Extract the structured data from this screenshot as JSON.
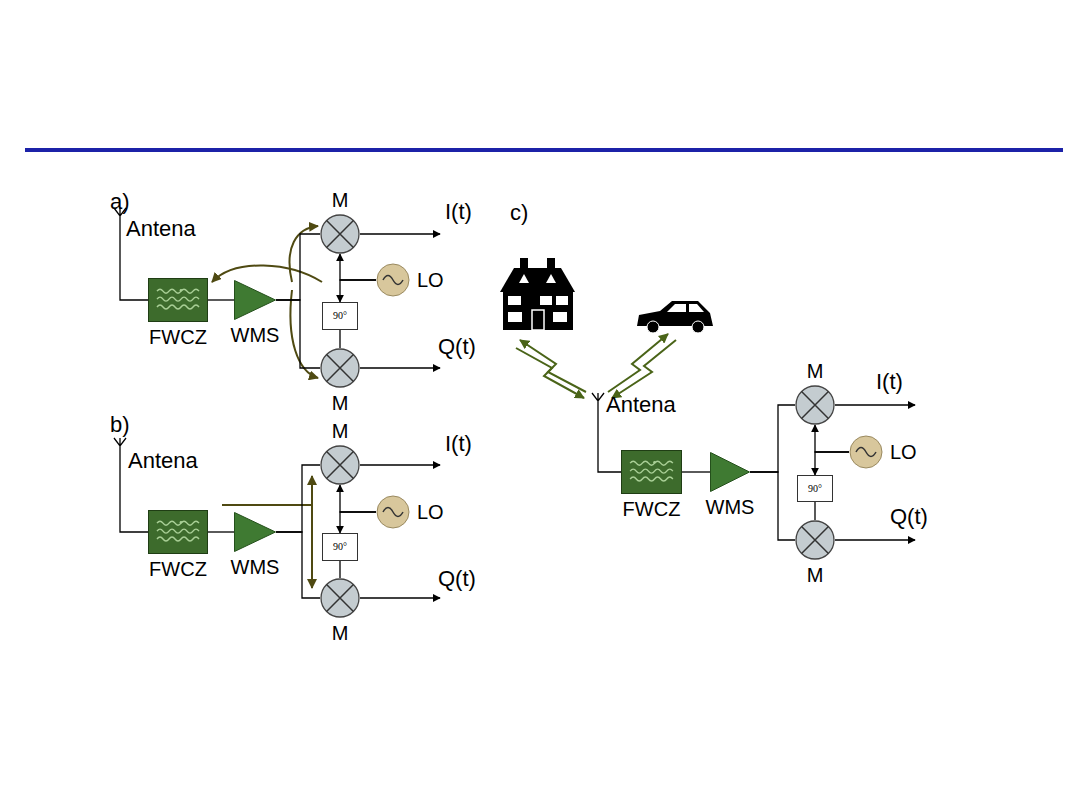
{
  "diagram": {
    "nodes": [
      {
        "text": [
          "FWCZ"
        ]
      },
      {
        "text": [
          "WMS"
        ]
      },
      {
        "text": [
          "M"
        ]
      },
      {
        "text": [
          "M"
        ]
      },
      {
        "text": [
          "LO"
        ]
      },
      {
        "text": [
          "90°"
        ]
      },
      {
        "text": [
          "FWCZ"
        ]
      },
      {
        "text": [
          "WMS"
        ]
      },
      {
        "text": [
          "M"
        ]
      },
      {
        "text": [
          "M"
        ]
      },
      {
        "text": [
          "LO"
        ]
      },
      {
        "text": [
          "90°"
        ]
      },
      {
        "text": [
          "FWCZ"
        ]
      },
      {
        "text": [
          "WMS"
        ]
      },
      {
        "text": [
          "M"
        ]
      },
      {
        "text": [
          "M"
        ]
      },
      {
        "text": [
          "LO"
        ]
      },
      {
        "text": [
          "90°"
        ]
      }
    ],
    "edges": [
      {
        "from": 0,
        "to": 1,
        "arrow": "none"
      },
      {
        "from": 1,
        "to": 2,
        "arrow": "none"
      },
      {
        "from": 1,
        "to": 3,
        "arrow": "none"
      },
      {
        "from": 4,
        "to": 2,
        "arrow": "to"
      },
      {
        "from": 4,
        "to": 5,
        "arrow": "to"
      },
      {
        "from": 5,
        "to": 3,
        "arrow": "none"
      },
      {
        "from": 6,
        "to": 7,
        "arrow": "none"
      },
      {
        "from": 7,
        "to": 8,
        "arrow": "none"
      },
      {
        "from": 7,
        "to": 9,
        "arrow": "none"
      },
      {
        "from": 10,
        "to": 8,
        "arrow": "to"
      },
      {
        "from": 10,
        "to": 11,
        "arrow": "to"
      },
      {
        "from": 11,
        "to": 9,
        "arrow": "none"
      },
      {
        "from": 12,
        "to": 13,
        "arrow": "none"
      },
      {
        "from": 13,
        "to": 14,
        "arrow": "none"
      },
      {
        "from": 13,
        "to": 15,
        "arrow": "none"
      },
      {
        "from": 16,
        "to": 14,
        "arrow": "to"
      },
      {
        "from": 16,
        "to": 17,
        "arrow": "to"
      },
      {
        "from": 17,
        "to": 15,
        "arrow": "none"
      }
    ],
    "labels": [
      "a)",
      "Antena",
      "I(t)",
      "Q(t)",
      "b)",
      "Antena",
      "I(t)",
      "Q(t)",
      "c)",
      "Antena",
      "I(t)",
      "Q(t)"
    ]
  }
}
